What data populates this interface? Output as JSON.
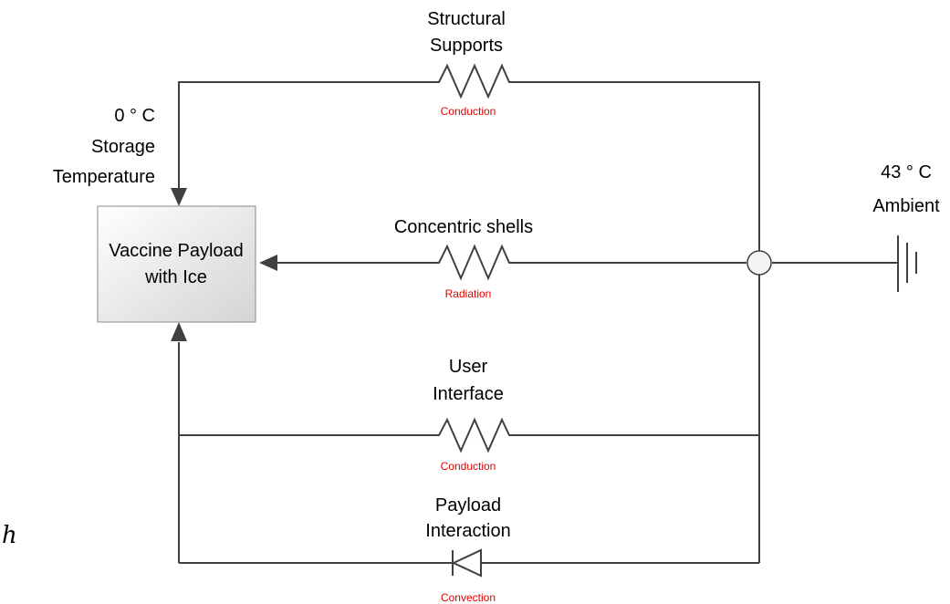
{
  "colors": {
    "wire": "#404040",
    "accent": "#e00000",
    "box_fill_top": "#ffffff",
    "box_fill_bottom": "#d8d8d8",
    "node_fill": "#f2f2f2"
  },
  "payload": {
    "line1": "Vaccine Payload",
    "line2": "with Ice"
  },
  "storage": {
    "temp": "0 ° C",
    "line2": "Storage",
    "line3": "Temperature"
  },
  "ambient": {
    "temp": "43 ° C",
    "label": "Ambient"
  },
  "paths": {
    "structural": {
      "line1": "Structural",
      "line2": "Supports",
      "mode": "Conduction"
    },
    "shells": {
      "line1": "Concentric shells",
      "mode": "Radiation"
    },
    "user": {
      "line1": "User",
      "line2": "Interface",
      "mode": "Conduction"
    },
    "interaction": {
      "line1": "Payload",
      "line2": "Interaction",
      "mode": "Convection"
    }
  },
  "stray_glyph": "h"
}
